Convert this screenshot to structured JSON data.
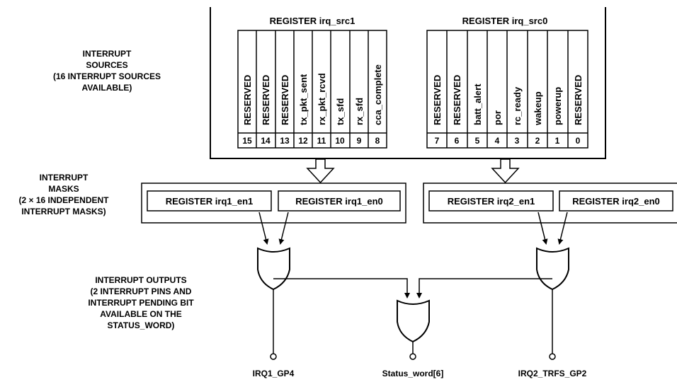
{
  "side_labels": {
    "sources": [
      "INTERRUPT",
      "SOURCES",
      "(16 INTERRUPT SOURCES",
      "AVAILABLE)"
    ],
    "masks": [
      "INTERRUPT",
      "MASKS",
      "(2 × 16 INDEPENDENT",
      "INTERRUPT MASKS)"
    ],
    "outputs": [
      "INTERRUPT OUTPUTS",
      "(2 INTERRUPT PINS AND",
      "INTERRUPT PENDING BIT",
      "AVAILABLE ON THE",
      "STATUS_WORD)"
    ]
  },
  "registers": {
    "src1": {
      "title": "REGISTER irq_src1",
      "bits": [
        {
          "name": "RESERVED",
          "num": "15"
        },
        {
          "name": "RESERVED",
          "num": "14"
        },
        {
          "name": "RESERVED",
          "num": "13"
        },
        {
          "name": "tx_pkt_sent",
          "num": "12"
        },
        {
          "name": "rx_pkt_rcvd",
          "num": "11"
        },
        {
          "name": "tx_sfd",
          "num": "10"
        },
        {
          "name": "rx_sfd",
          "num": "9"
        },
        {
          "name": "cca_complete",
          "num": "8"
        }
      ]
    },
    "src0": {
      "title": "REGISTER irq_src0",
      "bits": [
        {
          "name": "RESERVED",
          "num": "7"
        },
        {
          "name": "RESERVED",
          "num": "6"
        },
        {
          "name": "batt_alert",
          "num": "5"
        },
        {
          "name": "por",
          "num": "4"
        },
        {
          "name": "rc_ready",
          "num": "3"
        },
        {
          "name": "wakeup",
          "num": "2"
        },
        {
          "name": "powerup",
          "num": "1"
        },
        {
          "name": "RESERVED",
          "num": "0"
        }
      ]
    }
  },
  "masks": {
    "irq1_en1": "REGISTER irq1_en1",
    "irq1_en0": "REGISTER irq1_en0",
    "irq2_en1": "REGISTER irq2_en1",
    "irq2_en0": "REGISTER irq2_en0"
  },
  "outputs": {
    "irq1": "IRQ1_GP4",
    "status": "Status_word[6]",
    "irq2": "IRQ2_TRFS_GP2"
  }
}
